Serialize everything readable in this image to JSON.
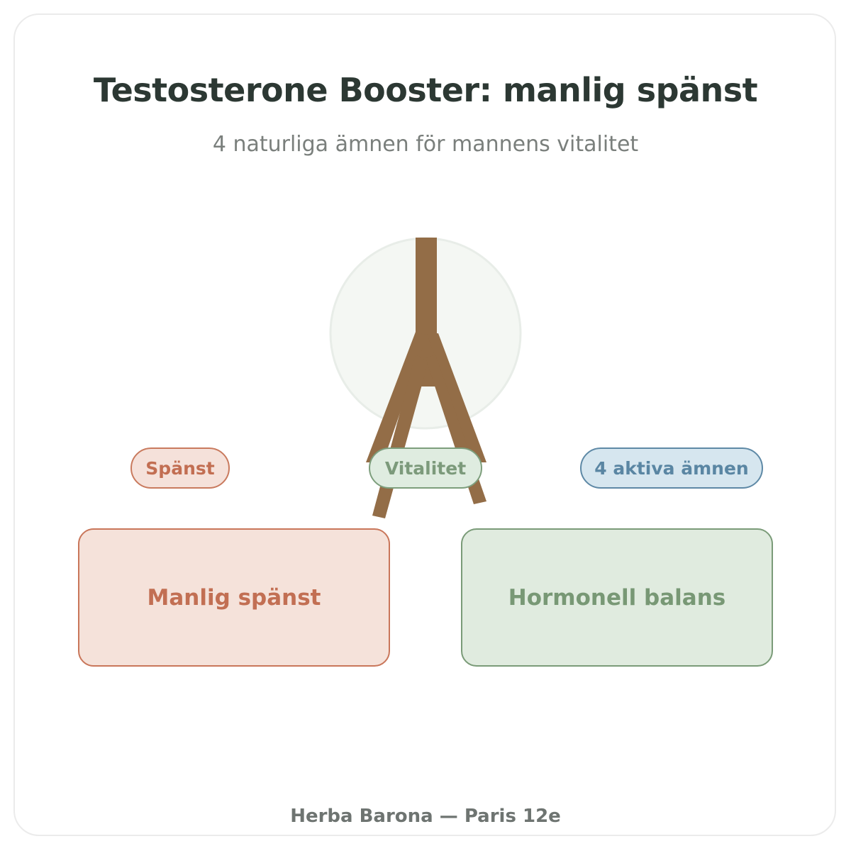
{
  "title": "Testosterone Booster: manlig spänst",
  "subtitle": "4 naturliga ämnen för mannens vitalitet",
  "emblem": {
    "icon": "tree-trunk-icon",
    "circle_color": "#f4f7f3",
    "trunk_color": "#936d47"
  },
  "pills": {
    "spanst": "Spänst",
    "vitalitet": "Vitalitet",
    "amnen": "4 aktiva ämnen"
  },
  "boxes": {
    "left": "Manlig spänst",
    "right": "Hormonell balans"
  },
  "footer": "Herba Barona — Paris 12e",
  "colors": {
    "terracotta": "#c26f53",
    "sage": "#789875",
    "steel_blue": "#5a86a3",
    "title": "#2c3833"
  }
}
